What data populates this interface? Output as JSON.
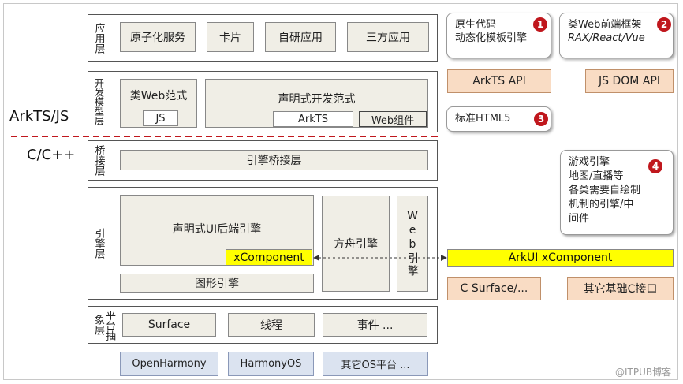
{
  "labels": {
    "arkts_js": "ArkTS/JS",
    "c_cpp": "C/C++",
    "watermark": "@ITPUB博客"
  },
  "layers": {
    "app": {
      "label": "应用层",
      "items": [
        "原子化服务",
        "卡片",
        "自研应用",
        "三方应用"
      ]
    },
    "dev": {
      "label": "开发模型层",
      "web_like": "类Web范式",
      "js": "JS",
      "declarative": "声明式开发范式",
      "arkts": "ArkTS",
      "web_component": "Web组件"
    },
    "bridge": {
      "label": "桥接层",
      "item": "引擎桥接层"
    },
    "engine": {
      "label": "引擎层",
      "backend": "声明式UI后端引擎",
      "xcomponent": "xComponent",
      "fangzhou": "方舟引擎",
      "web_engine": "Web引擎",
      "graphics": "图形引擎"
    },
    "platform": {
      "label": "平台抽象层",
      "items": [
        "Surface",
        "线程",
        "事件 ..."
      ]
    },
    "os": [
      "OpenHarmony",
      "HarmonyOS",
      "其它OS平台 ..."
    ]
  },
  "callouts": {
    "c1": {
      "number": "1",
      "lines": [
        "原生代码",
        "动态化模板引擎"
      ]
    },
    "c2": {
      "number": "2",
      "lines": [
        "类Web前端框架",
        "RAX/React/Vue"
      ]
    },
    "c3": {
      "number": "3",
      "text": "标准HTML5"
    },
    "c4": {
      "number": "4",
      "lines": [
        "游戏引擎",
        "地图/直播等",
        "各类需要自绘制",
        "机制的引擎/中",
        "间件"
      ]
    }
  },
  "apis": {
    "arkts_api": "ArkTS API",
    "js_dom_api": "JS DOM API",
    "arkui_xcomponent": "ArkUI xComponent",
    "c_surface": "C Surface/...",
    "other_c": "其它基础C接口"
  },
  "colors": {
    "red_badge": "#c0171d",
    "dashed_line": "#c0171d",
    "yellow": "#ffff00",
    "orange_box": "#f9dcc4",
    "blue_box": "#dbe3f0",
    "gray_box": "#f0eee6"
  }
}
